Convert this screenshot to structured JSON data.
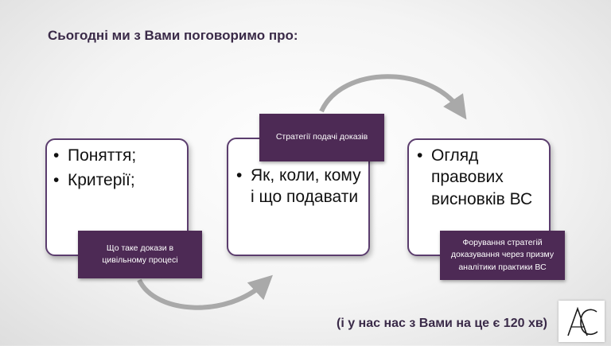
{
  "slide": {
    "title": "Сьогодні ми з Вами поговоримо про:",
    "footer_note": "(і у нас нас з Вами на це є 120 хв)"
  },
  "cards": [
    {
      "bullets": [
        "Поняття;",
        "Критерії;"
      ],
      "tag": "Що таке докази в цивільному процесі"
    },
    {
      "bullets": [
        "Як, коли, кому і що подавати"
      ],
      "tag": "Стратегії подачі доказів"
    },
    {
      "bullets": [
        "Огляд правових висновків ВС"
      ],
      "tag": "Форування стратегій доказування через призму аналітики практики ВС"
    }
  ],
  "logo": {
    "letters": "AC"
  },
  "colors": {
    "accent": "#4d2a55",
    "card_border": "#5b3d6e",
    "arrow": "#a9a9a9",
    "title": "#3a2a48"
  }
}
